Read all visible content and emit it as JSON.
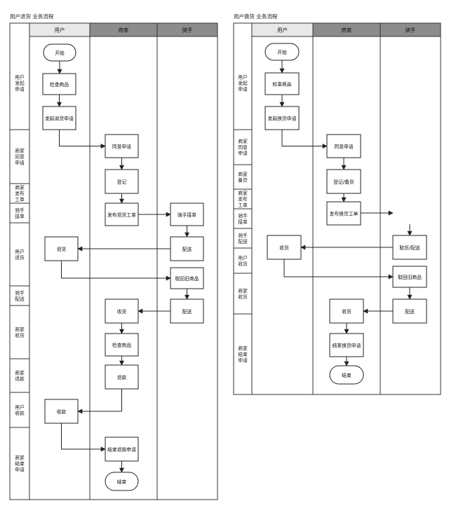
{
  "diagrams": [
    {
      "title": "用户退货 业务流程",
      "lanes": [
        "用户",
        "商家",
        "骑手"
      ],
      "phases": [
        "用户发起申请",
        "商家同意申请",
        "商家发布工单",
        "骑手接单",
        "用户退货",
        "骑手配送",
        "商家收货",
        "商家退款",
        "用户收款",
        "商家结束申请"
      ],
      "nodes": [
        {
          "id": "a_start",
          "label": "开始",
          "shape": "terminal"
        },
        {
          "id": "a_check",
          "label": "检查商品",
          "shape": "process"
        },
        {
          "id": "a_apply",
          "label": "发起退货申请",
          "shape": "process"
        },
        {
          "id": "a_agree",
          "label": "同意申请",
          "shape": "process"
        },
        {
          "id": "a_reg",
          "label": "登记",
          "shape": "process"
        },
        {
          "id": "a_publish",
          "label": "发布退货工单",
          "shape": "process"
        },
        {
          "id": "a_rider",
          "label": "骑手接单",
          "shape": "process"
        },
        {
          "id": "a_deliver1",
          "label": "配送",
          "shape": "process"
        },
        {
          "id": "a_return",
          "label": "退货",
          "shape": "process"
        },
        {
          "id": "a_pickup",
          "label": "取回旧商品",
          "shape": "process"
        },
        {
          "id": "a_deliver2",
          "label": "配送",
          "shape": "process"
        },
        {
          "id": "a_receive",
          "label": "收货",
          "shape": "process"
        },
        {
          "id": "a_check2",
          "label": "检查商品",
          "shape": "process"
        },
        {
          "id": "a_refund",
          "label": "退款",
          "shape": "process"
        },
        {
          "id": "a_collect",
          "label": "收款",
          "shape": "process"
        },
        {
          "id": "a_finish",
          "label": "结束退换申请",
          "shape": "process"
        },
        {
          "id": "a_end",
          "label": "结束",
          "shape": "terminal"
        }
      ]
    },
    {
      "title": "用户换货 业务流程",
      "lanes": [
        "用户",
        "商家",
        "骑手"
      ],
      "phases": [
        "用户发起申请",
        "商家同意申请",
        "商家备货",
        "商家发布工单",
        "骑手接单",
        "骑手配送",
        "用户收货",
        "商家收货",
        "商家结束申请"
      ],
      "nodes": [
        {
          "id": "b_start",
          "label": "开始",
          "shape": "terminal"
        },
        {
          "id": "b_check",
          "label": "检查商品",
          "shape": "process"
        },
        {
          "id": "b_apply",
          "label": "发起换货申请",
          "shape": "process"
        },
        {
          "id": "b_agree",
          "label": "同意申请",
          "shape": "process"
        },
        {
          "id": "b_reg",
          "label": "登记/备货",
          "shape": "process"
        },
        {
          "id": "b_publish",
          "label": "发布换货工单",
          "shape": "process"
        },
        {
          "id": "b_pickdel",
          "label": "取货/配送",
          "shape": "process"
        },
        {
          "id": "b_receive_u",
          "label": "收货",
          "shape": "process"
        },
        {
          "id": "b_pickup",
          "label": "取回旧商品",
          "shape": "process"
        },
        {
          "id": "b_deliver",
          "label": "配送",
          "shape": "process"
        },
        {
          "id": "b_receive_m",
          "label": "收货",
          "shape": "process"
        },
        {
          "id": "b_finish",
          "label": "结束换货申请",
          "shape": "process"
        },
        {
          "id": "b_end",
          "label": "结束",
          "shape": "terminal"
        }
      ]
    }
  ]
}
